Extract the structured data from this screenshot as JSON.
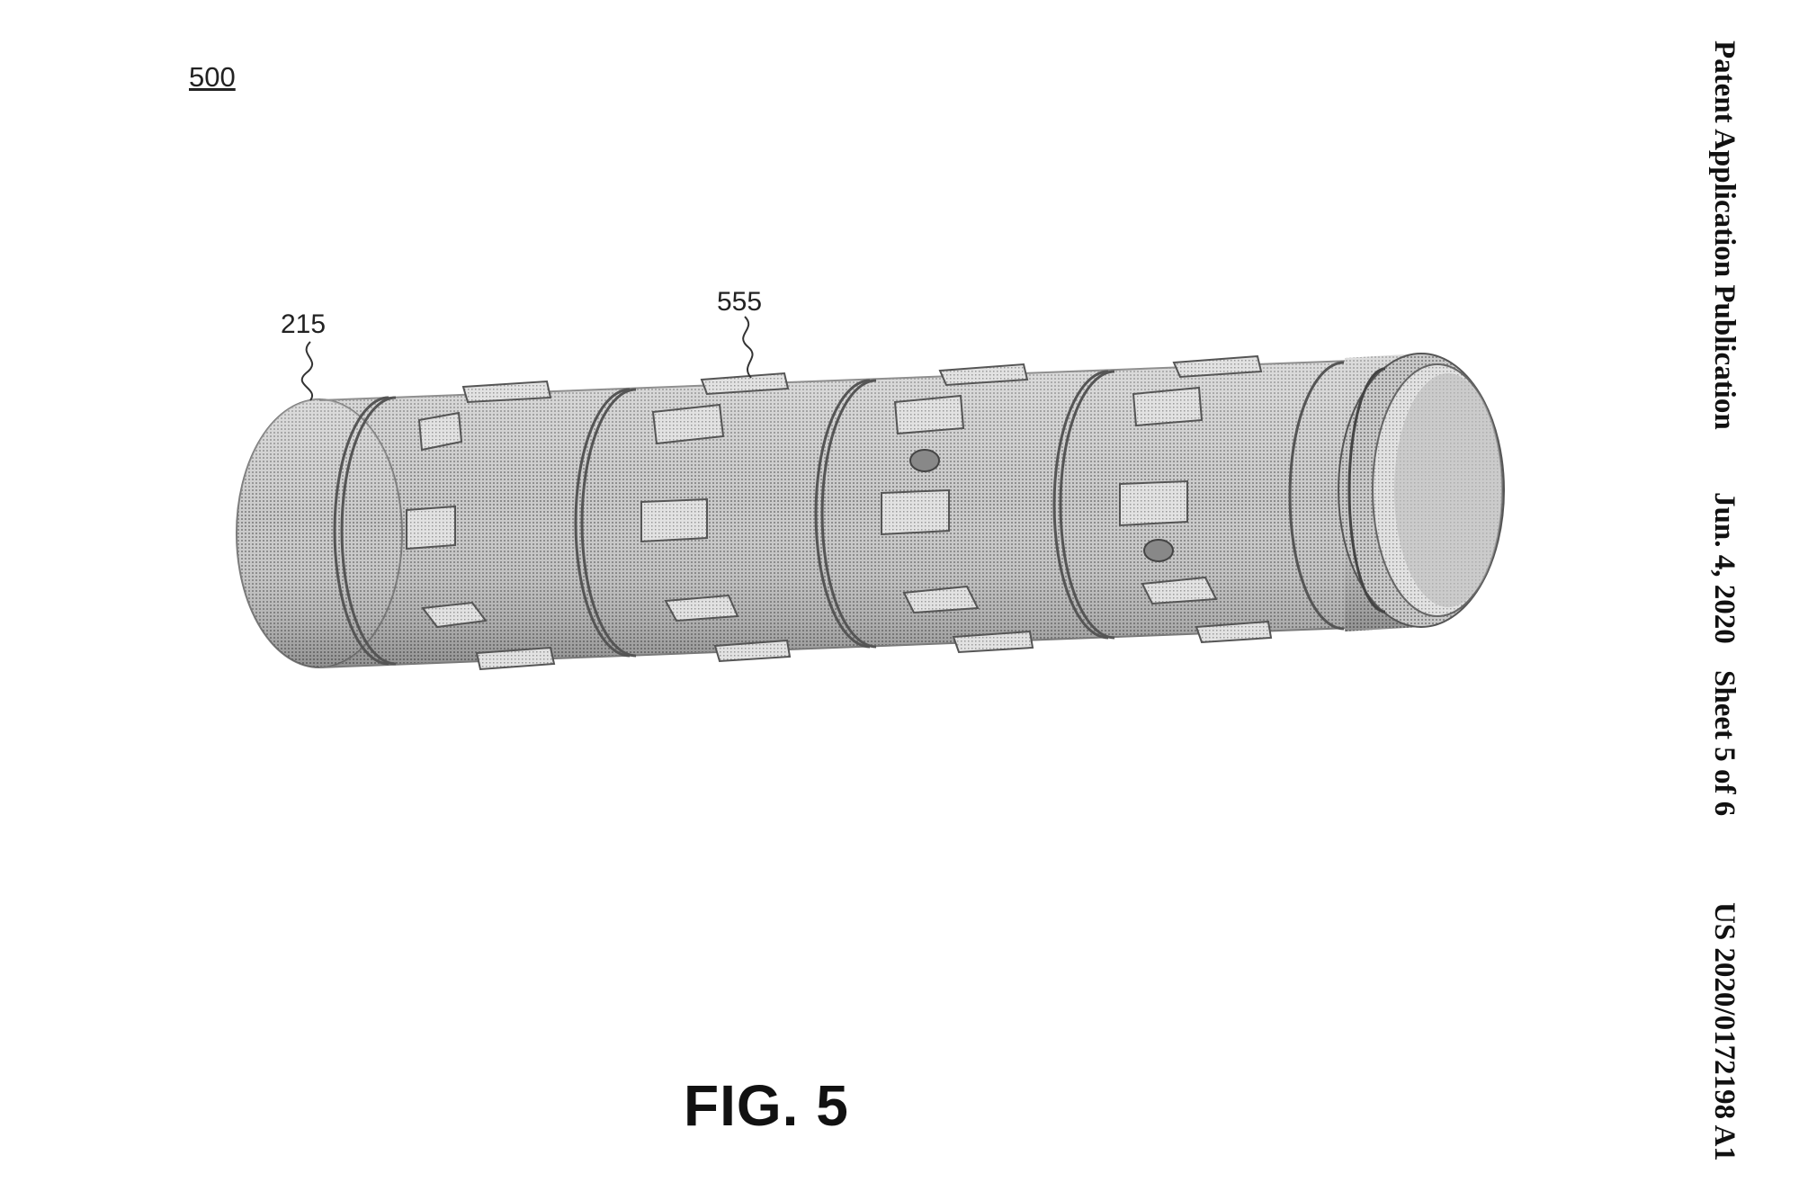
{
  "header": {
    "publication_type": "Patent Application Publication",
    "date": "Jun. 4, 2020",
    "sheet": "Sheet 5 of 6",
    "publication_number": "US 2020/0172198 A1"
  },
  "figure": {
    "reference_number": "500",
    "caption": "FIG. 5",
    "callouts": {
      "c215": "215",
      "c555": "555"
    }
  }
}
